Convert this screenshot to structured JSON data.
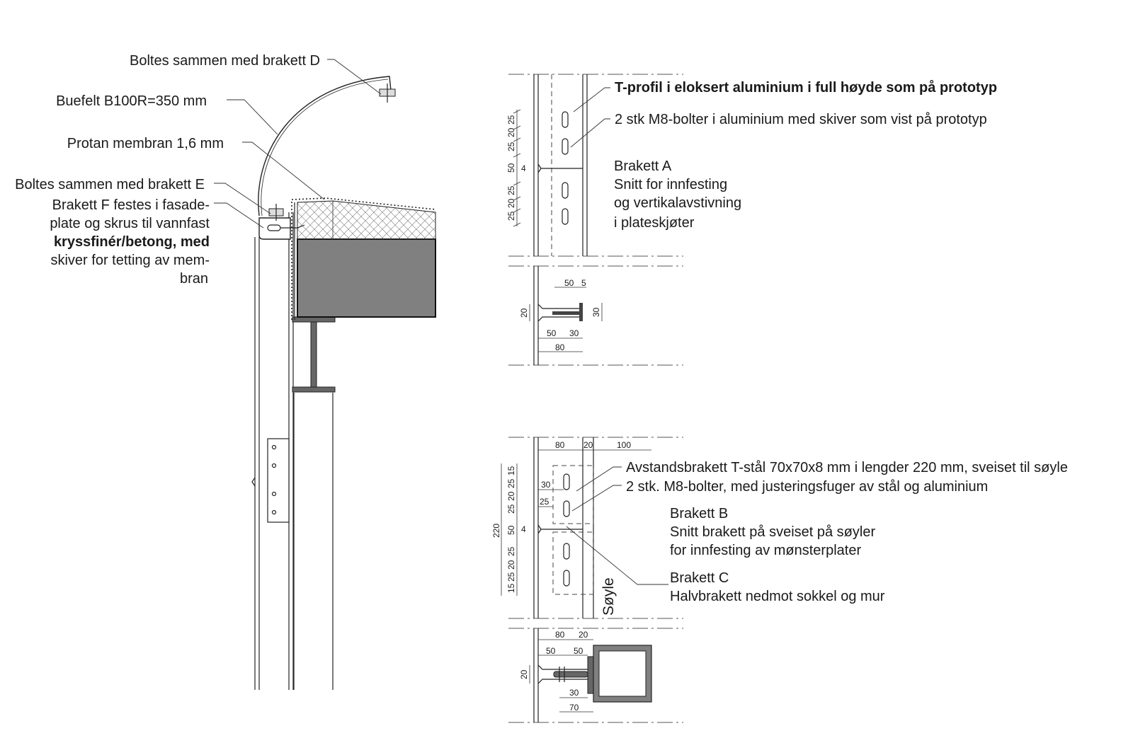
{
  "left_annotations": {
    "bracket_d": "Boltes sammen med brakett D",
    "arc_field": "Buefelt B100R=350 mm",
    "membrane": "Protan membran 1,6 mm",
    "bracket_e": "Boltes sammen med brakett E",
    "bracket_f_lines": [
      "Brakett F festes i fasade-",
      "plate og skrus til vannfast",
      "kryssfinér/betong, med",
      "skiver for tetting av mem-",
      "bran"
    ]
  },
  "bracket_a": {
    "note_t_profile": "T-profil i eloksert aluminium i full høyde som på prototyp",
    "note_bolts": "2 stk M8-bolter i aluminium med skiver som vist på prototyp",
    "title": "Brakett A",
    "desc_lines": [
      "Snitt for innfesting",
      "og vertikalavstivning",
      "i plateskjøter"
    ],
    "vdims": [
      "25",
      "20",
      "25",
      "50",
      "4",
      "25",
      "20",
      "25"
    ],
    "section_dims": [
      "50",
      "5",
      "20",
      "30",
      "50",
      "30",
      "80"
    ]
  },
  "bracket_b": {
    "note_spacer": "Avstandsbrakett T-stål 70x70x8 mm i lengder 220 mm, sveiset til søyle",
    "note_bolts": "2 stk. M8-bolter, med justeringsfuger av stål og aluminium",
    "title": "Brakett B",
    "desc_lines": [
      "Snitt brakett på sveiset på søyler",
      "for innfesting av mønsterplater"
    ],
    "top_dims": [
      "80",
      "20",
      "100"
    ],
    "vdims": [
      "15",
      "25",
      "20",
      "25",
      "50",
      "4",
      "25",
      "20",
      "25",
      "15"
    ],
    "overall": "220",
    "inner_dims": [
      "30",
      "25"
    ],
    "column_label": "Søyle",
    "section_dims": [
      "80",
      "20",
      "50",
      "50",
      "20",
      "30",
      "70"
    ]
  },
  "bracket_c": {
    "title": "Brakett C",
    "desc": "Halvbrakett nedmot sokkel og mur"
  },
  "colors": {
    "line": "#222222",
    "fill_dark": "#808080",
    "fill_mid": "#666666"
  }
}
